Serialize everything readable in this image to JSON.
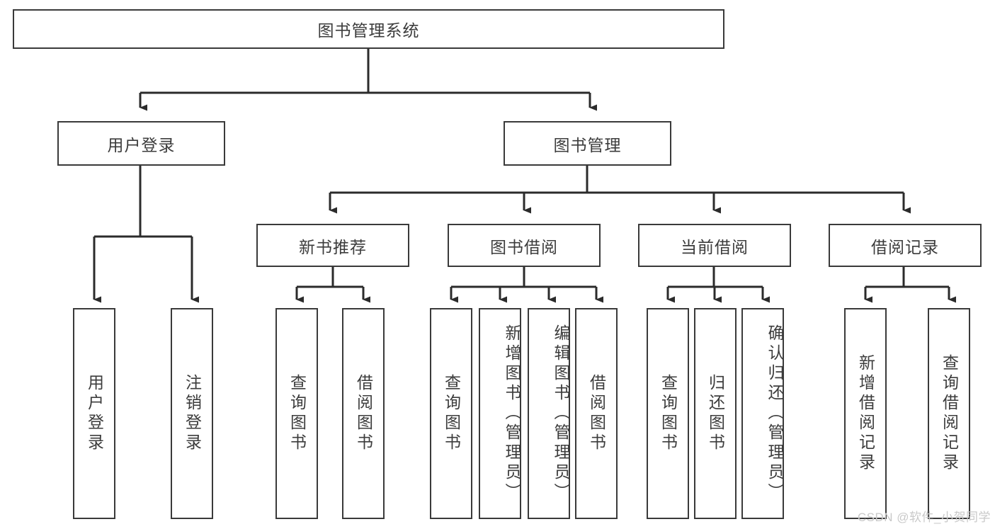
{
  "diagram": {
    "title": "图书管理系统",
    "type": "hierarchy-tree",
    "colors": {
      "box_border": "#3a3a3a",
      "box_fill": "#ffffff",
      "connector": "#2b2b2b",
      "text": "#3c3c3c",
      "watermark": "#c9c9c9",
      "background": "#ffffff"
    },
    "root": {
      "label": "图书管理系统"
    },
    "level2": [
      {
        "label": "用户登录"
      },
      {
        "label": "图书管理"
      }
    ],
    "level3": [
      {
        "label": "新书推荐"
      },
      {
        "label": "图书借阅"
      },
      {
        "label": "当前借阅"
      },
      {
        "label": "借阅记录"
      }
    ],
    "leaves": {
      "user_login": [
        {
          "label": "用户登录"
        },
        {
          "label": "注销登录"
        }
      ],
      "new_book_recommend": [
        {
          "label": "查询图书"
        },
        {
          "label": "借阅图书"
        }
      ],
      "book_borrow": [
        {
          "label": "查询图书"
        },
        {
          "label": "新增图书（管理员）"
        },
        {
          "label": "编辑图书（管理员）"
        },
        {
          "label": "借阅图书"
        }
      ],
      "current_borrow": [
        {
          "label": "查询图书"
        },
        {
          "label": "归还图书"
        },
        {
          "label": "确认归还（管理员）"
        }
      ],
      "borrow_records": [
        {
          "label": "新增借阅记录"
        },
        {
          "label": "查询借阅记录"
        }
      ]
    }
  },
  "watermark": {
    "text": "CSDN @软件_小贺同学"
  }
}
